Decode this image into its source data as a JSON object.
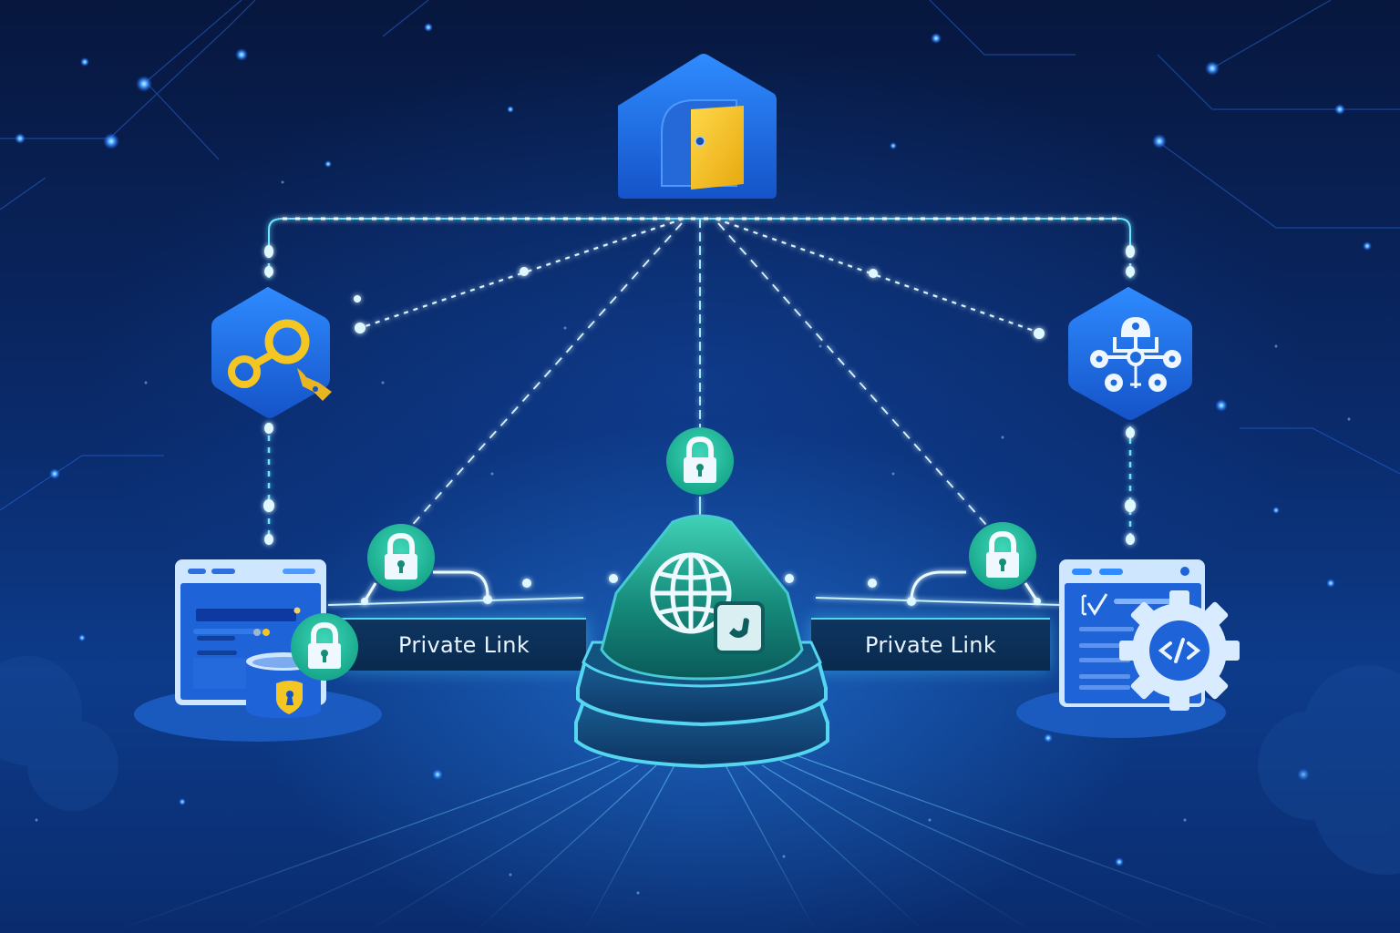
{
  "diagram": {
    "title": "",
    "nodes": [
      {
        "id": "gateway",
        "icon": "house-door-icon",
        "description": "Blue house-shaped tile with yellow open door"
      },
      {
        "id": "key-vault",
        "icon": "key-pen-icon",
        "description": "Blue hexagon with yellow key and pen nib"
      },
      {
        "id": "policy",
        "icon": "lock-hierarchy-icon",
        "description": "Blue hexagon with lock and node tree"
      },
      {
        "id": "left-app",
        "icon": "browser-database-icon",
        "description": "Browser window with database cylinder and yellow shield"
      },
      {
        "id": "right-app",
        "icon": "browser-gear-code-icon",
        "description": "Browser window with checkbox and gear with code symbol"
      },
      {
        "id": "central-endpoint",
        "icon": "globe-phone-icon",
        "description": "Teal dome hub with globe and phone card"
      }
    ],
    "locks": [
      {
        "id": "lock-top-center",
        "icon": "padlock-icon"
      },
      {
        "id": "lock-left",
        "icon": "padlock-icon"
      },
      {
        "id": "lock-right",
        "icon": "padlock-icon"
      },
      {
        "id": "lock-left-app",
        "icon": "padlock-icon"
      }
    ],
    "links": [
      {
        "label": "Private Link",
        "from": "left-app",
        "to": "central-endpoint"
      },
      {
        "label": "Private Link",
        "from": "central-endpoint",
        "to": "right-app"
      }
    ],
    "edges": [
      {
        "from": "gateway",
        "to": "key-vault",
        "style": "dotted"
      },
      {
        "from": "gateway",
        "to": "policy",
        "style": "dotted"
      },
      {
        "from": "gateway",
        "to": "central-endpoint",
        "style": "dashed"
      },
      {
        "from": "gateway",
        "to": "lock-left",
        "style": "dashed"
      },
      {
        "from": "gateway",
        "to": "lock-right",
        "style": "dashed"
      },
      {
        "from": "key-vault",
        "to": "left-app",
        "style": "dotted"
      },
      {
        "from": "policy",
        "to": "right-app",
        "style": "dotted"
      }
    ]
  },
  "colors": {
    "background": "#061a44",
    "tile_blue": "#1f6fe0",
    "door_yellow": "#f0c020",
    "teal": "#2bbf9e",
    "glow_cyan": "#5fe0ff",
    "label_bar": "#0e3560"
  },
  "labels": {
    "left_link": "Private Link",
    "right_link": "Private Link"
  }
}
